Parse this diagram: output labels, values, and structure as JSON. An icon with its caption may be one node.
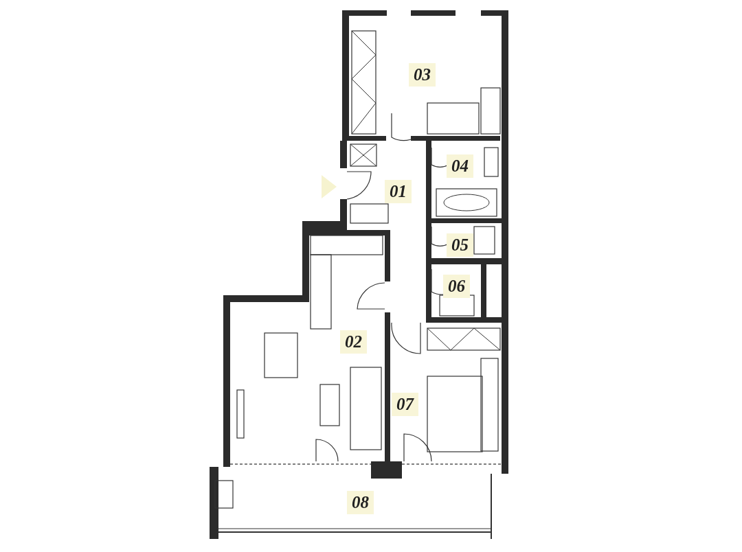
{
  "diagram": {
    "nodes": [
      {
        "text": [
          "03"
        ]
      },
      {
        "text": [
          "04"
        ]
      },
      {
        "text": [
          "01"
        ]
      },
      {
        "text": [
          "05"
        ]
      },
      {
        "text": [
          "06"
        ]
      },
      {
        "text": [
          "02"
        ]
      },
      {
        "text": [
          "07"
        ]
      },
      {
        "text": [
          "08"
        ]
      }
    ]
  }
}
